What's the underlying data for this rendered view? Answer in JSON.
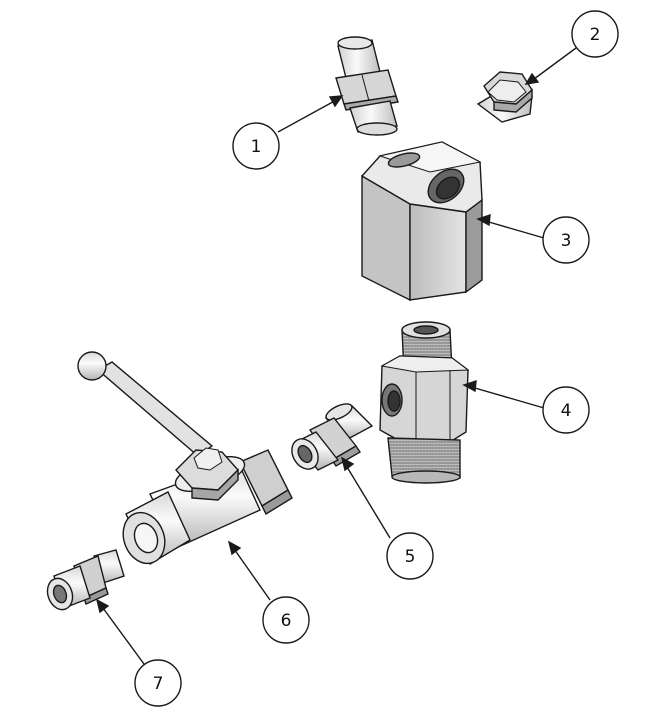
{
  "callouts": [
    {
      "label": "1"
    },
    {
      "label": "2"
    },
    {
      "label": "3"
    },
    {
      "label": "4"
    },
    {
      "label": "5"
    },
    {
      "label": "6"
    },
    {
      "label": "7"
    }
  ],
  "colors": {
    "line": "#1a1a1a",
    "metal_light": "#eeeeee",
    "metal_mid": "#c9c9c9",
    "metal_dark": "#8c8c8c",
    "background": "#ffffff"
  }
}
